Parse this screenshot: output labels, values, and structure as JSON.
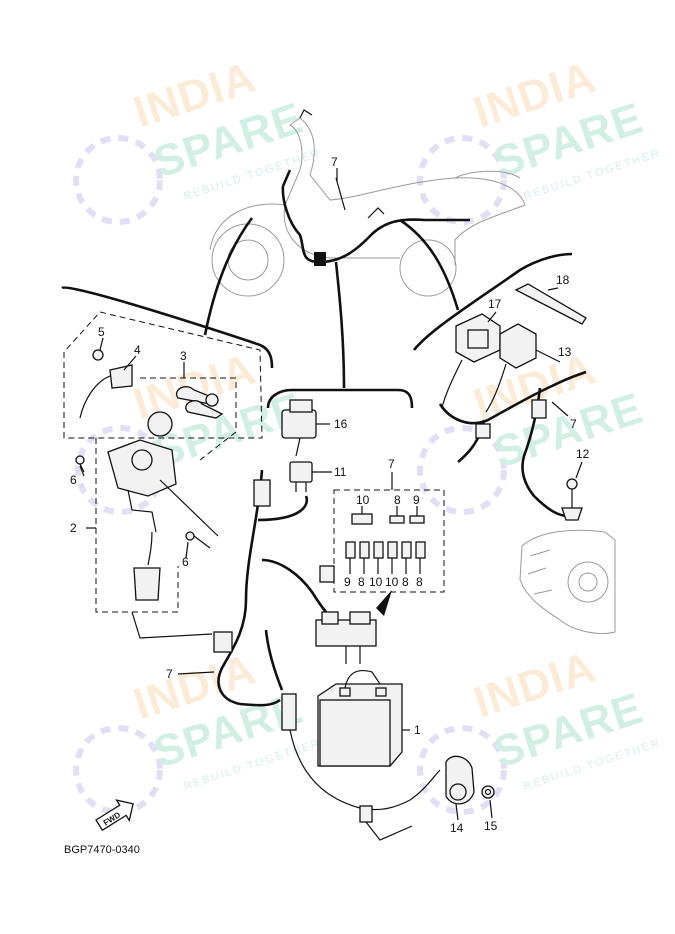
{
  "watermark": {
    "line1": "INDIA",
    "line2": "SPARE",
    "tagline": "REBUILD TOGETHER",
    "colors": {
      "india": "#f6a94d",
      "spare": "#39b98a",
      "icon": "#7b6fd8"
    }
  },
  "diagram_code": "BGP7470-0340",
  "fwd_label": "FWD",
  "callouts": {
    "c1": "1",
    "c2": "2",
    "c3": "3",
    "c4": "4",
    "c5": "5",
    "c6a": "6",
    "c6b": "6",
    "c7_top": "7",
    "c7_right": "7",
    "c7_box": "7",
    "c7_left": "7",
    "c8a": "8",
    "c8b": "9",
    "c10_top": "10",
    "c11": "11",
    "c12": "12",
    "c13": "13",
    "c14": "14",
    "c15": "15",
    "c16": "16",
    "c17": "17",
    "c18": "18"
  },
  "fuse_box": {
    "top_labels": [
      "10",
      "8",
      "9"
    ],
    "bottom_labels": [
      "9",
      "8",
      "10",
      "10",
      "8",
      "8"
    ]
  }
}
